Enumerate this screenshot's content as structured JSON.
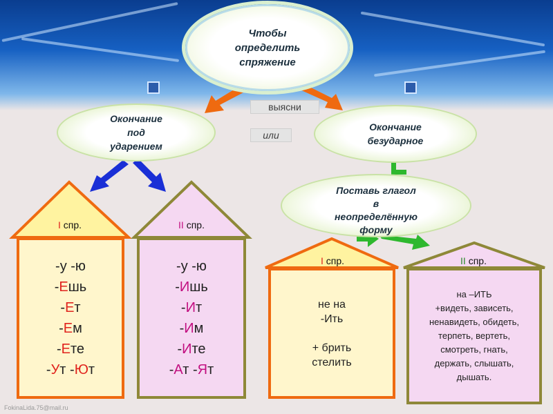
{
  "title": {
    "line1": "Чтобы",
    "line2": "определить",
    "line3": "спряжение"
  },
  "connector_labels": {
    "find_out": "выясни",
    "or": "или"
  },
  "stressed": {
    "line1": "Окончание",
    "line2": "под",
    "line3": "ударением"
  },
  "unstressed": {
    "line1": "Окончание",
    "line2": "безударное"
  },
  "infinitive": {
    "line1": "Поставь глагол",
    "line2": "в",
    "line3": "неопределённую",
    "line4": "форму"
  },
  "houses": [
    {
      "roof_numeral": "I",
      "roof_suffix": " спр.",
      "endings": [
        [
          "-у  -ю",
          ""
        ],
        [
          "-",
          "Е",
          "шь"
        ],
        [
          "-",
          "Е",
          "т"
        ],
        [
          "-",
          "Е",
          "м"
        ],
        [
          "-",
          "Е",
          "те"
        ],
        [
          "-",
          "У",
          "т  -",
          "Ю",
          "т"
        ]
      ]
    },
    {
      "roof_numeral": "II",
      "roof_suffix": "  спр.",
      "endings": [
        [
          "-у   -ю"
        ],
        [
          "-",
          "И",
          "шь"
        ],
        [
          "-",
          "И",
          "т"
        ],
        [
          "-",
          "И",
          "м"
        ],
        [
          "-",
          "И",
          "те"
        ],
        [
          "-",
          "А",
          "т  -",
          "Я",
          "т"
        ]
      ]
    },
    {
      "roof_numeral": "I",
      "roof_suffix": " спр.",
      "lines": [
        "не на",
        "-Ить",
        "",
        "+ брить",
        "стелить"
      ]
    },
    {
      "roof_numeral": "II",
      "roof_suffix": " спр.",
      "lines": [
        "на –ИТЬ",
        "+видеть, зависеть,",
        "ненавидеть, обидеть,",
        "терпеть, вертеть,",
        "смотреть, гнать,",
        "держать, слышать,",
        "дышать."
      ]
    }
  ],
  "footer": {
    "email": "FokinaLida.75@mail.ru"
  },
  "colors": {
    "orange": "#ef6a10",
    "olive": "#8e8838",
    "green": "#2eb82e",
    "blue": "#1a2fd6",
    "red_letters": "#e0231d",
    "pink_letters": "#c20f80"
  }
}
